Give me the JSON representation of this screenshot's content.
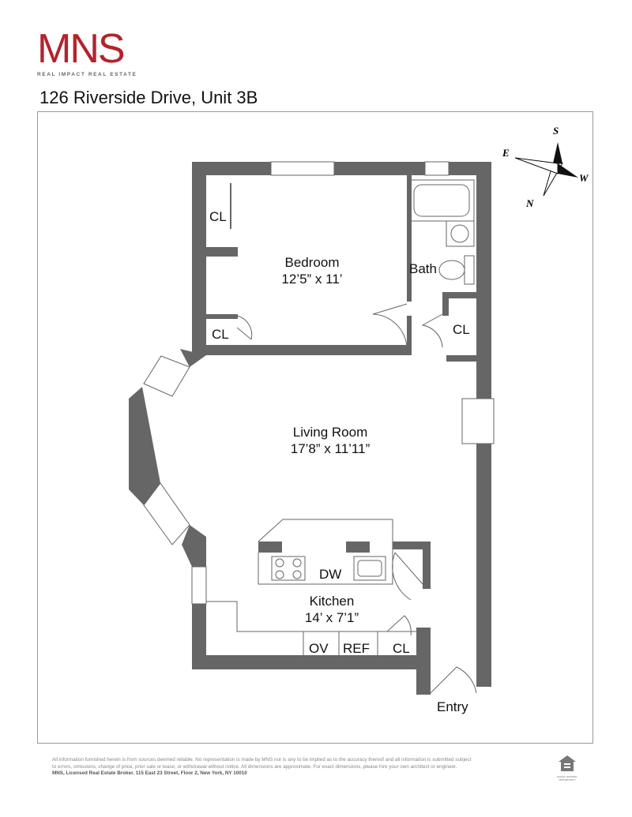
{
  "brand": {
    "logo": "MNS",
    "tagline": "REAL IMPACT REAL ESTATE",
    "color": "#b2242c"
  },
  "title": "126 Riverside Drive, Unit 3B",
  "compass": {
    "n": "N",
    "s": "S",
    "e": "E",
    "w": "W"
  },
  "rooms": {
    "bedroom": {
      "name": "Bedroom",
      "size": "12’5” x 11’"
    },
    "living": {
      "name": "Living Room",
      "size": "17’8” x 11’11”"
    },
    "kitchen": {
      "name": "Kitchen",
      "size": "14’ x 7’1”"
    },
    "bath": "Bath",
    "closet_bedroom_top": "CL",
    "closet_bedroom_bottom": "CL",
    "closet_hall": "CL",
    "closet_entry": "CL",
    "dw": "DW",
    "ov": "OV",
    "ref": "REF",
    "entry": "Entry"
  },
  "footer": {
    "disclaimer1": "All information furnished herein is from sources deemed reliable. No representation is made by MNS nor is any to be implied as to the accuracy thereof and all information is submitted subject",
    "disclaimer2": "to errors, omissions, change of price, prior sale or lease, or withdrawal without notice. All dimensions are approximate. For exact dimensions, please hire your own architect or engineer.",
    "broker": "MNS, Licensed Real Estate Broker. 115 East 23 Street, Floor 2, New York, NY 10010",
    "eho": "EQUAL HOUSING OPPORTUNITY"
  }
}
